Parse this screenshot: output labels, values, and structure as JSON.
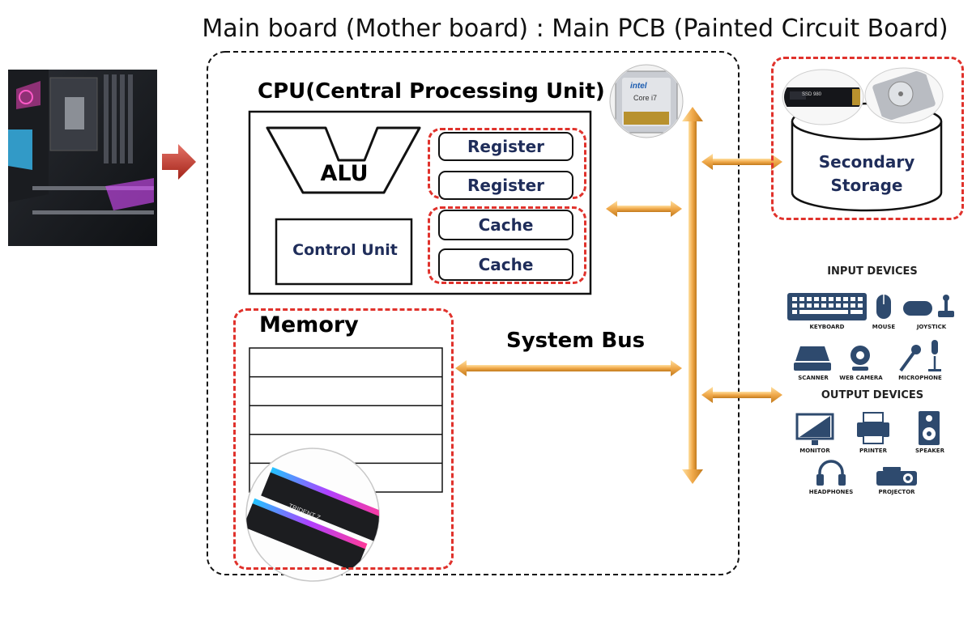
{
  "title": "Main board (Mother board) : Main PCB (Painted Circuit Board)",
  "cpu": {
    "label": "CPU(Central Processing Unit)",
    "alu": "ALU",
    "control_unit": "Control Unit",
    "registers": [
      "Register",
      "Register"
    ],
    "caches": [
      "Cache",
      "Cache"
    ],
    "chip_brand": "intel",
    "chip_model": "Core i7"
  },
  "memory": {
    "label": "Memory",
    "rows": 5,
    "ram_stick_text": "TRIDENT Z"
  },
  "system_bus": "System Bus",
  "storage": {
    "label_line1": "Secondary",
    "label_line2": "Storage",
    "ssd_text": "SSD 980"
  },
  "devices": {
    "input_heading": "INPUT DEVICES",
    "output_heading": "OUTPUT DEVICES",
    "input": [
      {
        "name": "KEYBOARD",
        "icon": "keyboard-icon"
      },
      {
        "name": "MOUSE",
        "icon": "mouse-icon"
      },
      {
        "name": "JOYSTICK",
        "icon": "joystick-icon"
      },
      {
        "name": "SCANNER",
        "icon": "scanner-icon"
      },
      {
        "name": "WEB CAMERA",
        "icon": "webcam-icon"
      },
      {
        "name": "MICROPHONE",
        "icon": "microphone-icon"
      }
    ],
    "output": [
      {
        "name": "MONITOR",
        "icon": "monitor-icon"
      },
      {
        "name": "PRINTER",
        "icon": "printer-icon"
      },
      {
        "name": "SPEAKER",
        "icon": "speaker-icon"
      },
      {
        "name": "HEADPHONES",
        "icon": "headphones-icon"
      },
      {
        "name": "PROJECTOR",
        "icon": "projector-icon"
      }
    ]
  },
  "colors": {
    "dash_red": "#e0322c",
    "bus_orange": "#f0a94a",
    "arrow_red": "#c0392b",
    "label_navy": "#1f2d5a",
    "icon_blue": "#2e4a6e"
  }
}
